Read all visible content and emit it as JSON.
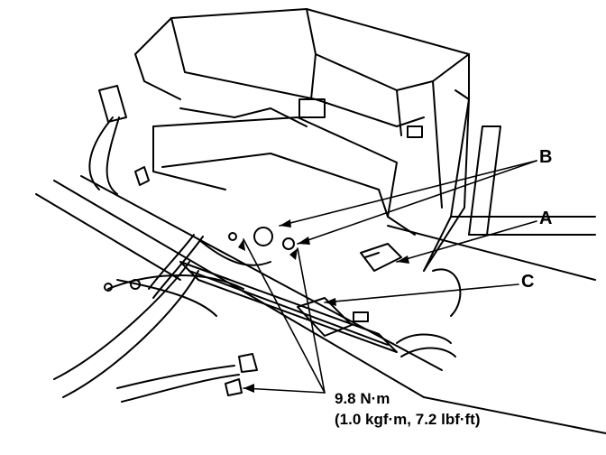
{
  "callouts": {
    "a": "A",
    "b": "B",
    "c": "C"
  },
  "torque": {
    "line1": "9.8 N·m",
    "line2": "(1.0 kgf·m, 7.2 lbf·ft)"
  },
  "colors": {
    "ink": "#000000",
    "paper": "#ffffff"
  }
}
